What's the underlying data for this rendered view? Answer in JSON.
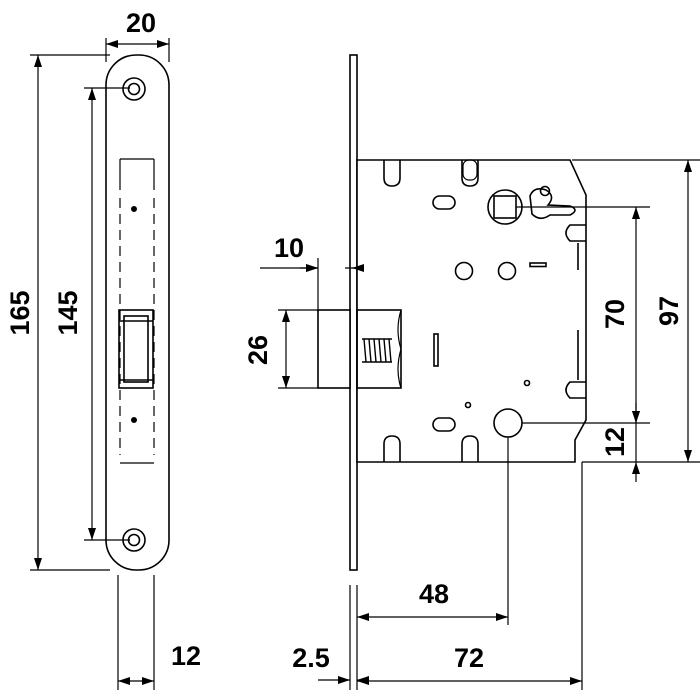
{
  "dimensions": {
    "faceplate_width": "20",
    "overall_height": "165",
    "screw_spacing": "145",
    "faceplate_depth": "12",
    "latch_projection": "10",
    "latch_height": "26",
    "faceplate_thickness": "2.5",
    "backset": "48",
    "body_depth": "72",
    "handle_to_keyhole": "70",
    "body_height": "97",
    "keyhole_offset": "12"
  },
  "colors": {
    "line": "#000000",
    "background": "#ffffff"
  }
}
